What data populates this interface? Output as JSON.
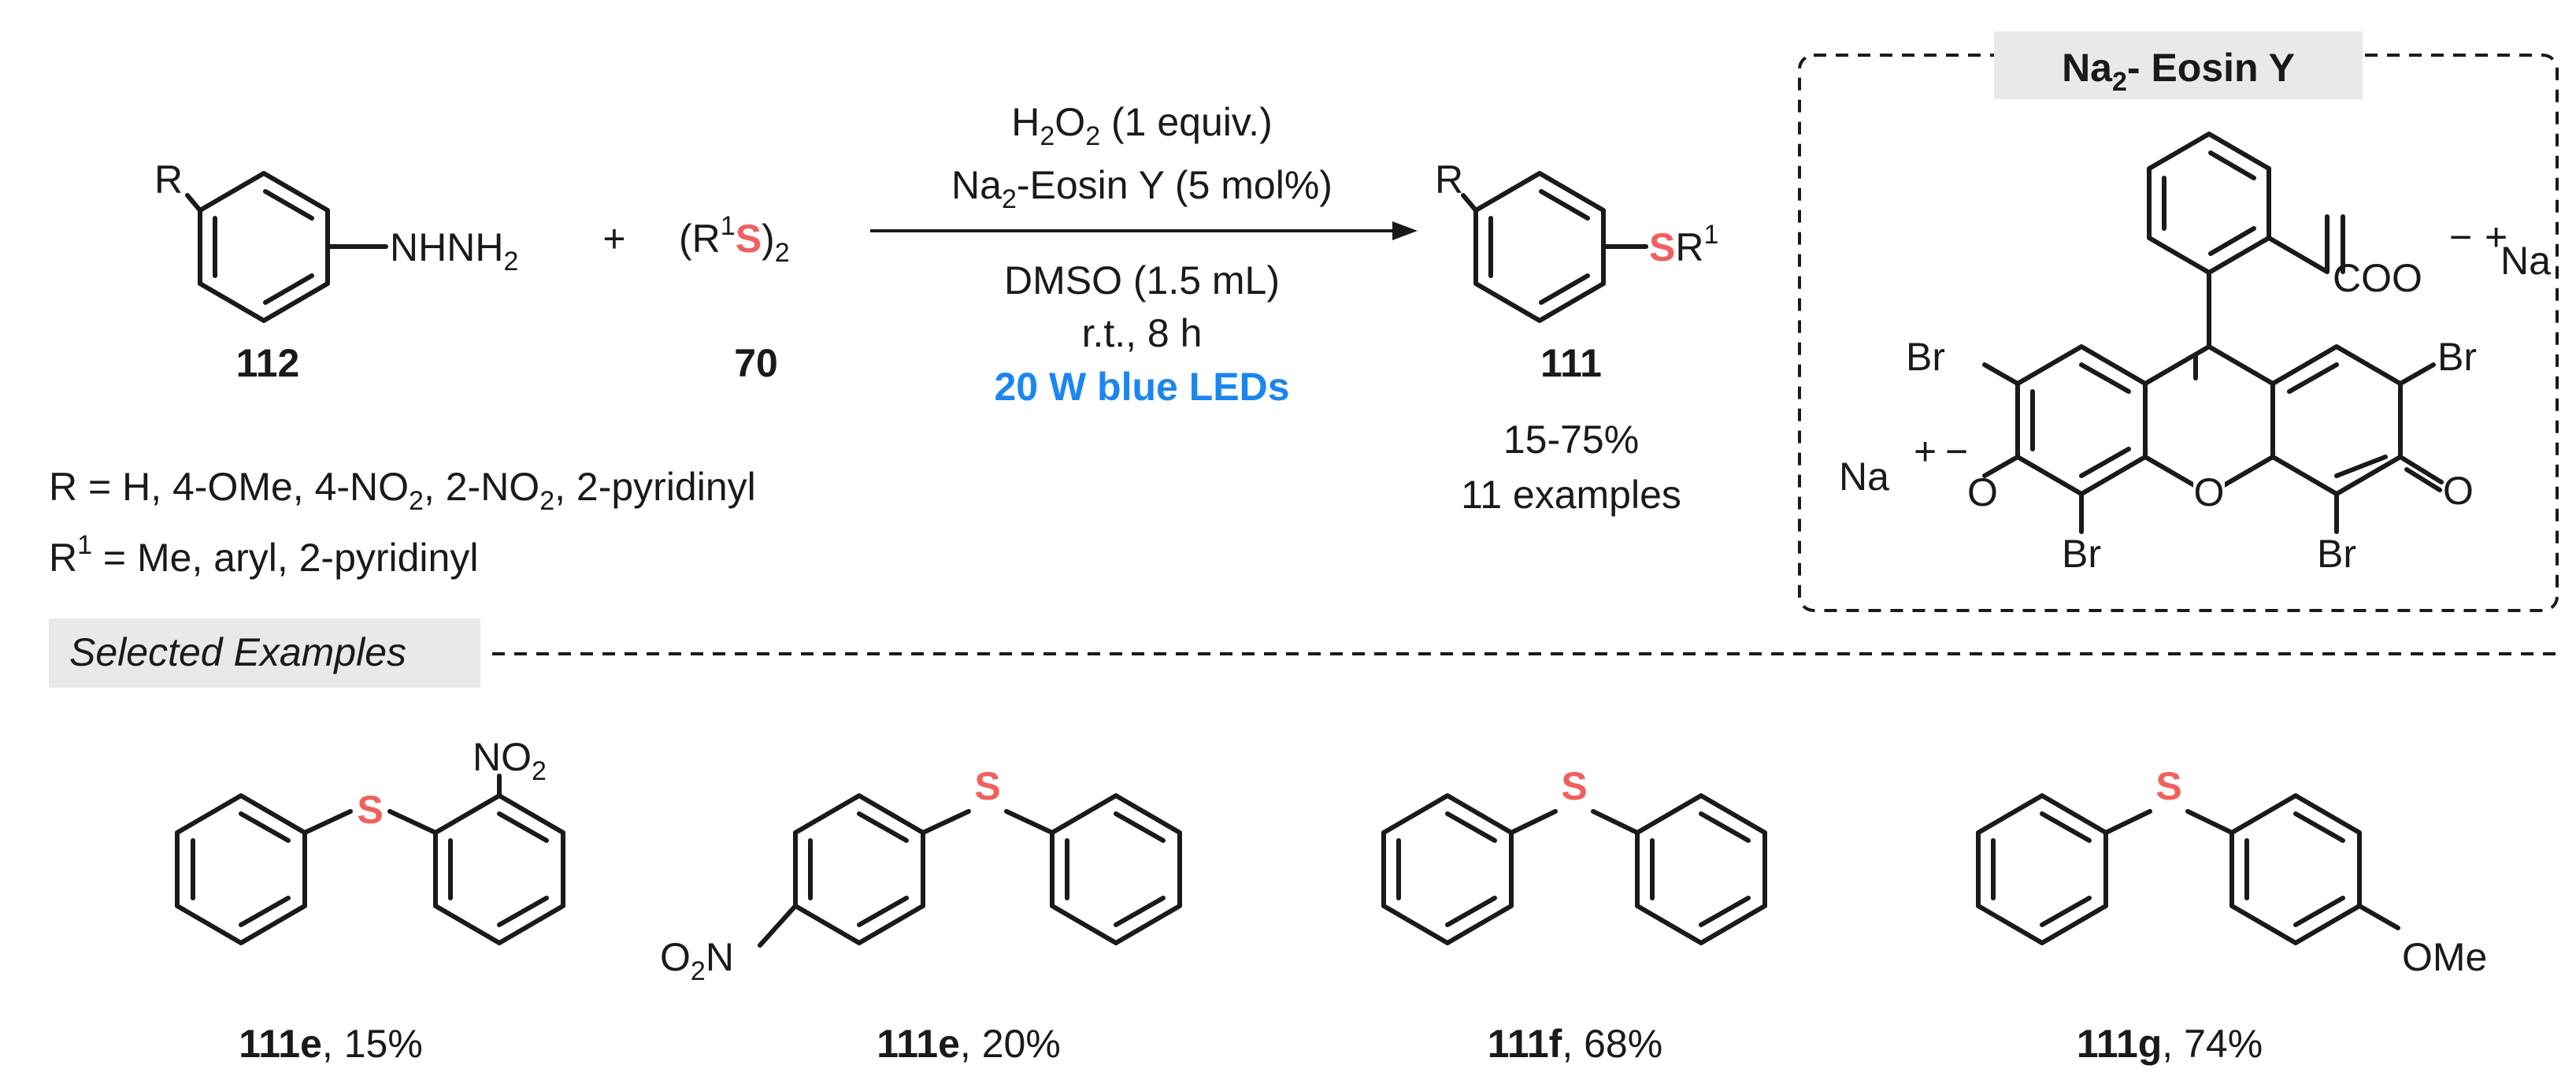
{
  "reaction": {
    "substrate_r": "R",
    "substrate_nhnh": "NHNH",
    "substrate_nhnh_sub": "2",
    "substrate_id": "112",
    "plus": "+",
    "reagent_open": "(R",
    "reagent_sup": "1",
    "reagent_s": "S",
    "reagent_close": ")",
    "reagent_sub": "2",
    "reagent_id": "70",
    "cond1_a": "H",
    "cond1_sub1": "2",
    "cond1_b": "O",
    "cond1_sub2": "2",
    "cond1_c": " (1 equiv.)",
    "cond2_a": "Na",
    "cond2_sub": "2",
    "cond2_b": "-Eosin Y (5 mol%)",
    "cond3": "DMSO (1.5 mL)",
    "cond4": "r.t., 8 h",
    "cond5": "20 W blue LEDs",
    "product_r": "R",
    "product_s": "S",
    "product_r1": "R",
    "product_r1_sup": "1",
    "product_id": "111",
    "product_yield": "15-75%",
    "product_examples": "11 examples",
    "scope_r_a": "R = H, 4-OMe, 4-NO",
    "scope_r_sub1": "2",
    "scope_r_b": ", 2-NO",
    "scope_r_sub2": "2",
    "scope_r_c": ", 2-pyridinyl",
    "scope_r1_a": "R",
    "scope_r1_sup": "1",
    "scope_r1_b": " = Me, aryl, 2-pyridinyl"
  },
  "catalyst": {
    "title_a": "Na",
    "title_sub": "2",
    "title_b": "- Eosin Y",
    "coo": "COO",
    "charge_minus": "−",
    "charge_plus": "+",
    "na": "Na",
    "br": "Br",
    "o_phenoxide": "O",
    "o_ring": "O",
    "o_keto": "O",
    "na_left": "Na",
    "plus_left": "+",
    "minus_left": "−"
  },
  "selected": {
    "header": "Selected Examples",
    "examples": [
      {
        "id": "111e",
        "yield": ", 15%",
        "sub_a": "NO",
        "sub_sub": "2",
        "s": "S"
      },
      {
        "id": "111e",
        "yield": ", 20%",
        "sub_a": "O",
        "sub_sub": "2",
        "sub_b": "N",
        "s": "S"
      },
      {
        "id": "111f",
        "yield": ", 68%",
        "s": "S"
      },
      {
        "id": "111g",
        "yield": ", 74%",
        "sub_a": "OMe",
        "s": "S"
      }
    ]
  },
  "colors": {
    "sulfur": "#f0605d",
    "blue_leds": "#1a86f0",
    "label_bg": "#e9e9e9",
    "ink": "#1a1a1a"
  }
}
